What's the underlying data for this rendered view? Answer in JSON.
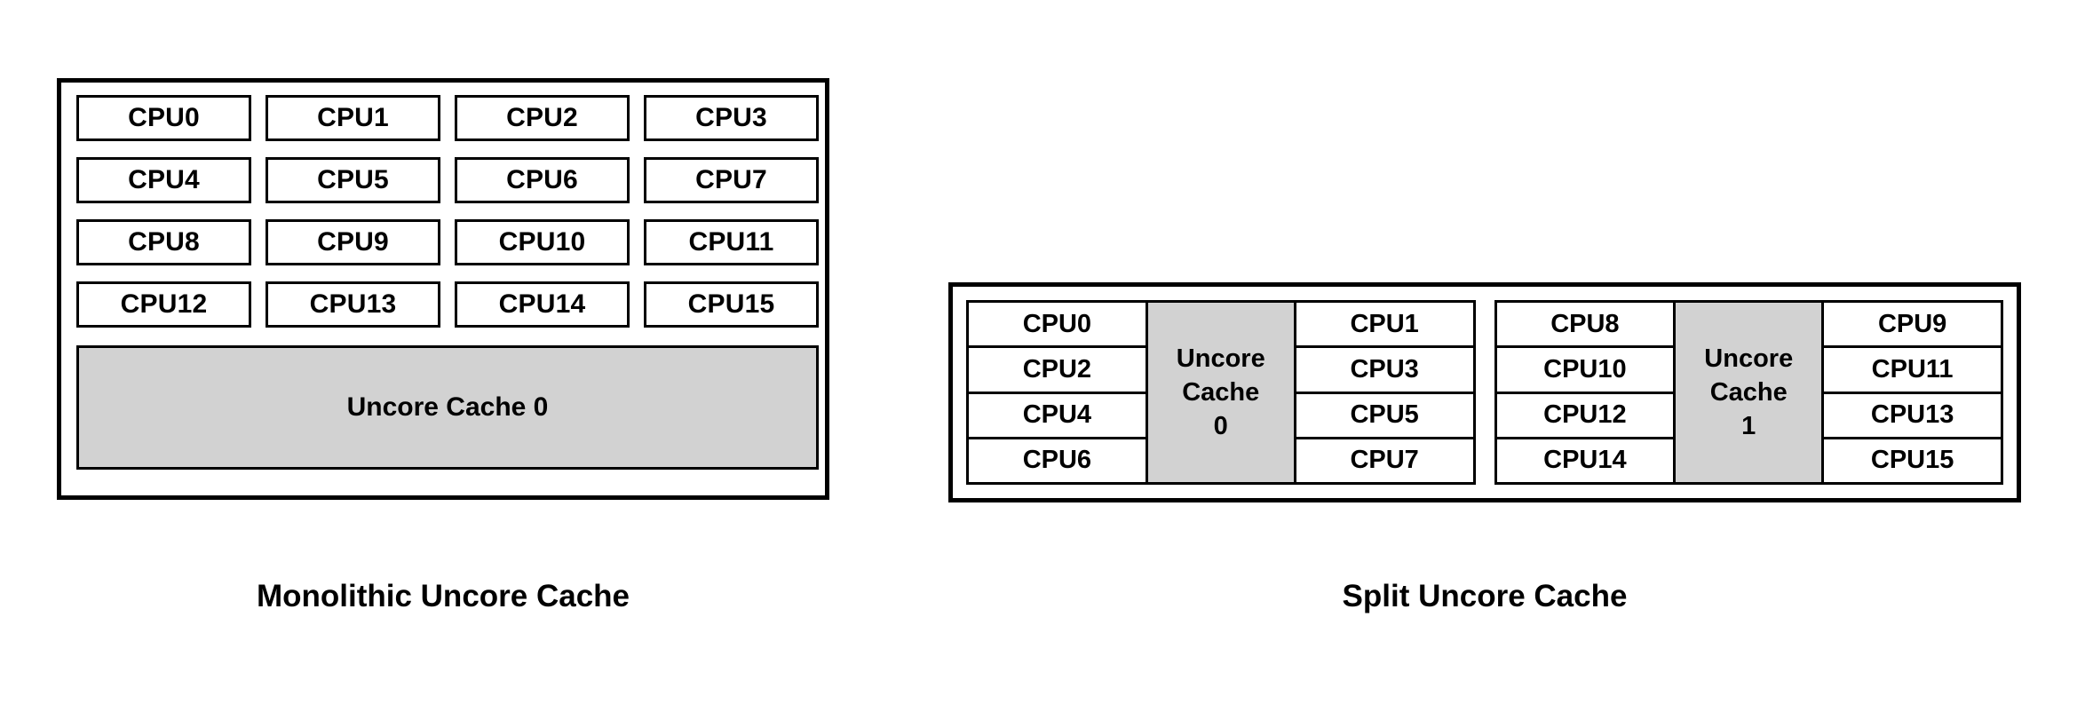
{
  "figures": {
    "monolithic": {
      "caption": "Monolithic Uncore Cache",
      "cpus": [
        "CPU0",
        "CPU1",
        "CPU2",
        "CPU3",
        "CPU4",
        "CPU5",
        "CPU6",
        "CPU7",
        "CPU8",
        "CPU9",
        "CPU10",
        "CPU11",
        "CPU12",
        "CPU13",
        "CPU14",
        "CPU15"
      ],
      "uncore_cache": "Uncore Cache 0"
    },
    "split": {
      "caption": "Split Uncore Cache",
      "groups": [
        {
          "left_cpus": [
            "CPU0",
            "CPU2",
            "CPU4",
            "CPU6"
          ],
          "cache_line1": "Uncore",
          "cache_line2": "Cache",
          "cache_line3": "0",
          "right_cpus": [
            "CPU1",
            "CPU3",
            "CPU5",
            "CPU7"
          ]
        },
        {
          "left_cpus": [
            "CPU8",
            "CPU10",
            "CPU12",
            "CPU14"
          ],
          "cache_line1": "Uncore",
          "cache_line2": "Cache",
          "cache_line3": "1",
          "right_cpus": [
            "CPU9",
            "CPU11",
            "CPU13",
            "CPU15"
          ]
        }
      ]
    }
  },
  "colors": {
    "background": "#ffffff",
    "stroke": "#000000",
    "cache_fill": "#d2d2d2",
    "text": "#000000"
  }
}
